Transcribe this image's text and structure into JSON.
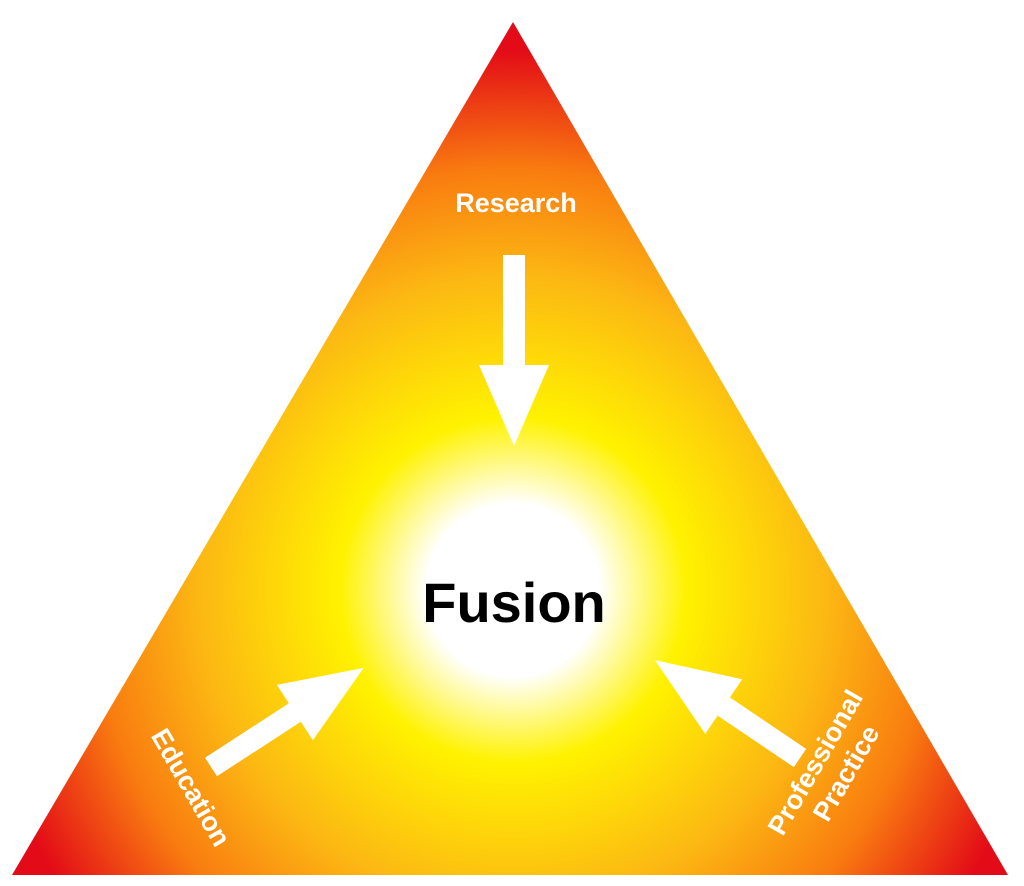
{
  "diagram": {
    "center_label": "Fusion",
    "inputs": [
      {
        "label_lines": [
          "Research"
        ]
      },
      {
        "label_lines": [
          "Education"
        ]
      },
      {
        "label_lines": [
          "Professional",
          "Practice"
        ]
      }
    ]
  },
  "colors": {
    "outer_red": "#e30b17",
    "orange": "#f97c10",
    "yellow": "#fff200",
    "center_white": "#ffffff",
    "arrow": "#ffffff",
    "center_text": "#000000"
  }
}
